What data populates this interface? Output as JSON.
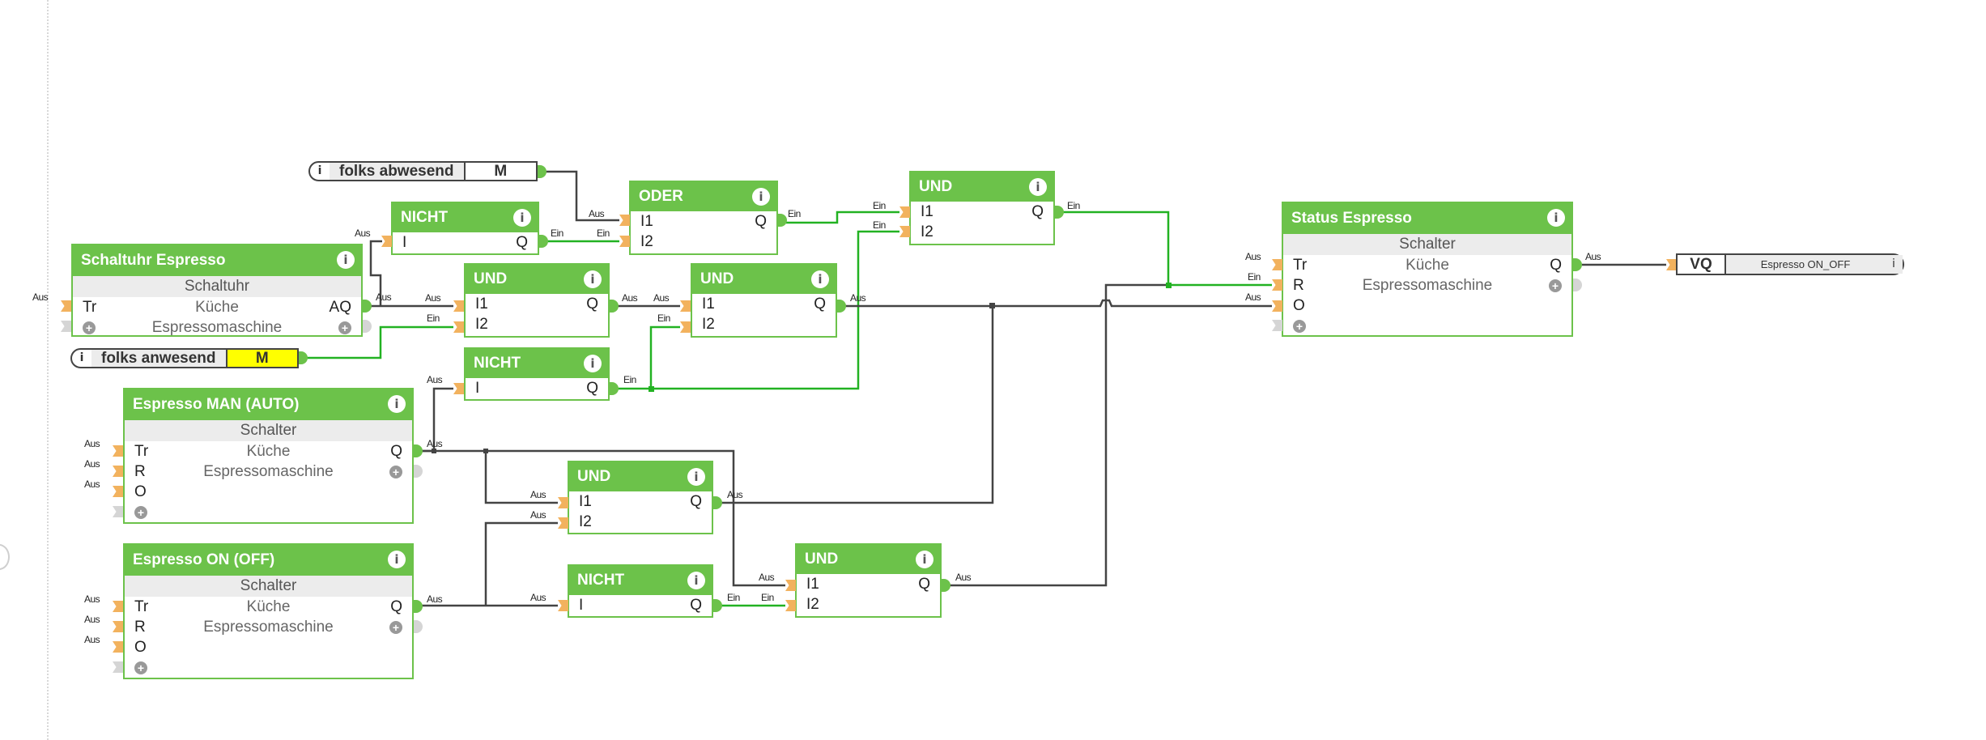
{
  "canvas": {
    "colors": {
      "block": "#6cc24a",
      "wire_off": "#444444",
      "wire_on": "#22b222",
      "port_in": "#f2b25e",
      "memory_active": "#ffff00"
    }
  },
  "inputs": {
    "folks_abwesend": {
      "name": "folks abwesend",
      "type": "M",
      "icon": "info-icon"
    },
    "folks_anwesend": {
      "name": "folks anwesend",
      "type": "M",
      "icon": "info-icon",
      "highlighted": true
    }
  },
  "output": {
    "type": "VQ",
    "name": "Espresso ON_OFF",
    "icon": "info-icon"
  },
  "blocks": {
    "schaltuhr": {
      "title": "Schaltuhr Espresso",
      "subtitle": "Schaltuhr",
      "room": "Küche",
      "category": "Espressomaschine",
      "in": [
        "Tr"
      ],
      "out": "AQ"
    },
    "man": {
      "title": "Espresso MAN (AUTO)",
      "subtitle": "Schalter",
      "room": "Küche",
      "category": "Espressomaschine",
      "in": [
        "Tr",
        "R",
        "O"
      ],
      "out": "Q"
    },
    "on": {
      "title": "Espresso ON (OFF)",
      "subtitle": "Schalter",
      "room": "Küche",
      "category": "Espressomaschine",
      "in": [
        "Tr",
        "R",
        "O"
      ],
      "out": "Q"
    },
    "status": {
      "title": "Status Espresso",
      "subtitle": "Schalter",
      "room": "Küche",
      "category": "Espressomaschine",
      "in": [
        "Tr",
        "R",
        "O"
      ],
      "out": "Q"
    },
    "nicht1": {
      "title": "NICHT",
      "in": [
        "I"
      ],
      "out": "Q"
    },
    "nicht2": {
      "title": "NICHT",
      "in": [
        "I"
      ],
      "out": "Q"
    },
    "nicht3": {
      "title": "NICHT",
      "in": [
        "I"
      ],
      "out": "Q"
    },
    "oder": {
      "title": "ODER",
      "in": [
        "I1",
        "I2"
      ],
      "out": "Q"
    },
    "und_top": {
      "title": "UND",
      "in": [
        "I1",
        "I2"
      ],
      "out": "Q"
    },
    "und1": {
      "title": "UND",
      "in": [
        "I1",
        "I2"
      ],
      "out": "Q"
    },
    "und2": {
      "title": "UND",
      "in": [
        "I1",
        "I2"
      ],
      "out": "Q"
    },
    "und3": {
      "title": "UND",
      "in": [
        "I1",
        "I2"
      ],
      "out": "Q"
    },
    "und4": {
      "title": "UND",
      "in": [
        "I1",
        "I2"
      ],
      "out": "Q"
    }
  },
  "states": {
    "off": "Aus",
    "on": "Ein"
  }
}
